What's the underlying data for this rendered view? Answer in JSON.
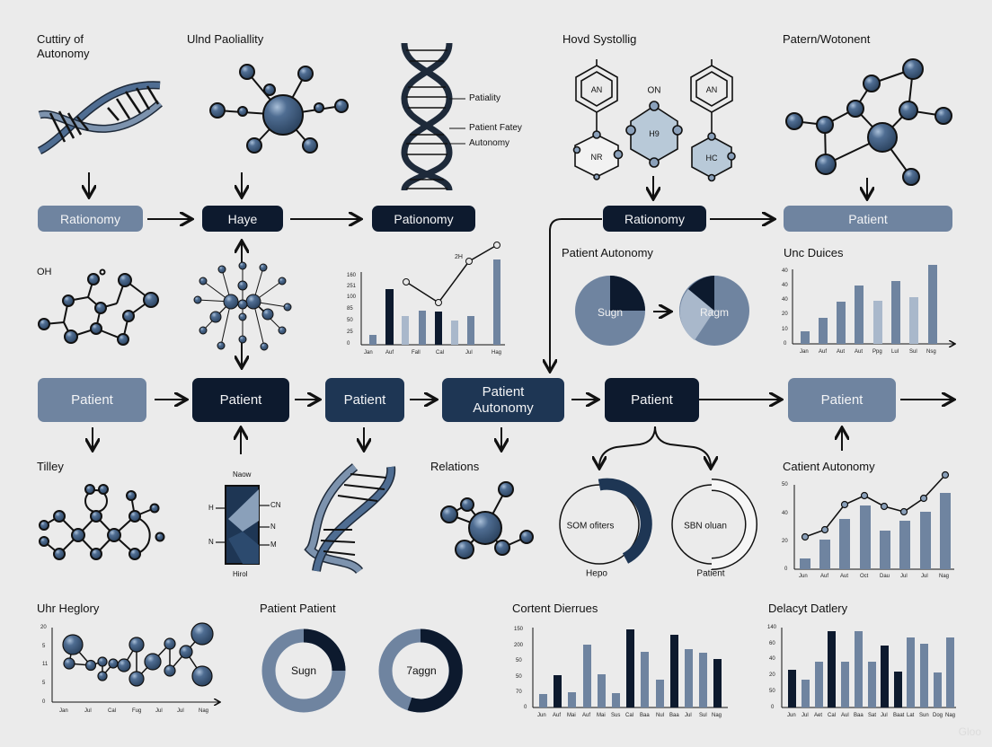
{
  "titles": {
    "t1": "Cuttiry of\nAutonomy",
    "t2": "Ulnd Paoliallity",
    "t3": "Hovd Systollig",
    "t4": "Patern/Wotonent",
    "t5": "OH",
    "t6": "Patient Autonomy",
    "t7": "Unc Duices",
    "t8": "Tilley",
    "t9": "Relations",
    "t10": "Catient Autonomy",
    "t11": "Uhr Heglory",
    "t12": "Patient Patient",
    "t13": "Cortent Dierrues",
    "t14": "Delacyt Datlery"
  },
  "top_nodes": [
    {
      "label": "Rationomy",
      "style": "light"
    },
    {
      "label": "Haye",
      "style": "dark"
    },
    {
      "label": "Pationomy",
      "style": "dark"
    },
    {
      "label": "Rationomy",
      "style": "dark"
    },
    {
      "label": "Patient",
      "style": "light"
    }
  ],
  "middle_nodes": [
    {
      "label": "Patient",
      "style": "light"
    },
    {
      "label": "Patient",
      "style": "dark"
    },
    {
      "label": "Patient",
      "style": "mid"
    },
    {
      "label": "Patient\nAutonomy",
      "style": "mid"
    },
    {
      "label": "Patient",
      "style": "dark"
    },
    {
      "label": "Patient",
      "style": "light"
    }
  ],
  "dna_labels": {
    "a": "Patiality",
    "b": "Patient Fatey",
    "c": "Autonomy"
  },
  "molecule_labels": {
    "an1": "AN",
    "nr": "NR",
    "on": "ON",
    "h9": "H9",
    "an2": "AN",
    "hc": "HC",
    "oh": "OH"
  },
  "chip": {
    "top": "Naow",
    "bottom": "Hirol",
    "h": "H",
    "n_left": "N",
    "cn": "CN",
    "n_right": "N",
    "m": "M"
  },
  "pies": {
    "left": "Sugn",
    "right": "Ragm"
  },
  "rings": {
    "left_center": "SOM ofiters",
    "left_caption": "Hepo",
    "right_center": "SBN oluan",
    "right_caption": "Patient"
  },
  "donuts": {
    "left": "Sugn",
    "right": "7aggn"
  },
  "watermark": "Gloo",
  "chart_data": [
    {
      "id": "mini-combo",
      "type": "bar",
      "title": "",
      "categories": [
        "Jan",
        "Auf",
        "",
        "Fall",
        "Cal",
        "",
        "Jul",
        "Hag"
      ],
      "values": [
        15,
        175,
        95,
        105,
        100,
        75,
        90,
        245
      ],
      "bar_colors": [
        "#6f84a0",
        "#0d1a2e",
        "#a9b8cb",
        "#6f84a0",
        "#0d1a2e",
        "#a9b8cb",
        "#6f84a0",
        "#6f84a0"
      ],
      "line": {
        "label": "2H",
        "points": [
          [
            2,
            1.0
          ],
          [
            4,
            0.82
          ],
          [
            6,
            1.55
          ],
          [
            7,
            1.7
          ]
        ]
      },
      "yticks": [
        "0",
        "25",
        "50",
        "85",
        "100",
        "251",
        "160"
      ],
      "ylim": [
        0,
        260
      ]
    },
    {
      "id": "unc-duices",
      "type": "bar",
      "title": "Unc Duices",
      "categories": [
        "Jan",
        "Auf",
        "Aut",
        "Aut",
        "Ppg",
        "Lul",
        "Sul",
        "Nsg"
      ],
      "values": [
        8,
        18,
        38,
        50,
        39,
        52,
        42,
        69
      ],
      "bar_colors": [
        "#6f84a0",
        "#6f84a0",
        "#6f84a0",
        "#6f84a0",
        "#a9b8cb",
        "#6f84a0",
        "#a9b8cb",
        "#6f84a0"
      ],
      "yticks": [
        "0",
        "10",
        "20",
        "40",
        "40",
        "40"
      ],
      "ylim": [
        0,
        70
      ]
    },
    {
      "id": "catient-autonomy",
      "type": "bar",
      "title": "Catient Autonomy",
      "categories": [
        "Jun",
        "Auf",
        "Aut",
        "Oct",
        "Dau",
        "Jul",
        "Jul",
        "Nag"
      ],
      "values": [
        7,
        21,
        35,
        45,
        27,
        34,
        40,
        54
      ],
      "line_values": [
        22,
        27,
        46,
        51,
        44,
        41,
        51,
        66
      ],
      "yticks": [
        "0",
        "20",
        "40",
        "50"
      ],
      "ylim": [
        0,
        60
      ]
    },
    {
      "id": "uhr-heglory",
      "type": "scatter",
      "title": "Uhr Heglory",
      "categories": [
        "Jan",
        "Jul",
        "Cal",
        "Fug",
        "Jul",
        "Jul",
        "Nag"
      ],
      "yticks": [
        "0",
        "5",
        "11",
        "5",
        "20"
      ],
      "points": [
        [
          0.2,
          11
        ],
        [
          0.2,
          15
        ],
        [
          1.0,
          10
        ],
        [
          1.5,
          11
        ],
        [
          1.5,
          7
        ],
        [
          2.0,
          11
        ],
        [
          2.4,
          10.5
        ],
        [
          3.2,
          15
        ],
        [
          3.2,
          6
        ],
        [
          3.9,
          11
        ],
        [
          4.6,
          15
        ],
        [
          4.6,
          8
        ],
        [
          5.3,
          13
        ],
        [
          5.9,
          17
        ],
        [
          5.9,
          7
        ]
      ]
    },
    {
      "id": "patient-patient",
      "type": "pie",
      "title": "Patient Patient",
      "series": [
        {
          "name": "Sugn",
          "values": [
            25,
            75
          ]
        },
        {
          "name": "7aggn",
          "values": [
            55,
            45
          ]
        }
      ]
    },
    {
      "id": "cortent-dierrues",
      "type": "bar",
      "title": "Cortent Dierrues",
      "categories": [
        "Jun",
        "Auf",
        "Mai",
        "Auf",
        "Mai",
        "Sus",
        "Cal",
        "Baa",
        "Nul",
        "Baa",
        "Jul",
        "Sul",
        "Nag"
      ],
      "values": [
        16,
        39,
        18,
        96,
        62,
        17,
        133,
        96,
        48,
        116,
        103,
        94,
        80
      ],
      "bar_colors": [
        "#6f84a0",
        "#0d1a2e",
        "#6f84a0",
        "#6f84a0",
        "#6f84a0",
        "#6f84a0",
        "#0d1a2e",
        "#6f84a0",
        "#6f84a0",
        "#0d1a2e",
        "#6f84a0",
        "#6f84a0",
        "#0d1a2e"
      ],
      "yticks": [
        "0",
        "70",
        "50",
        "50",
        "200",
        "150"
      ],
      "ylim": [
        0,
        140
      ]
    },
    {
      "id": "delacyt-datlery",
      "type": "bar",
      "title": "Delacyt Datlery",
      "categories": [
        "Jun",
        "Jul",
        "Aet",
        "Cal",
        "Aul",
        "Baa",
        "Sat",
        "Jul",
        "Baat",
        "Lat",
        "Sun",
        "Dog",
        "Nag"
      ],
      "values": [
        45,
        23,
        57,
        94,
        55,
        94,
        55,
        75,
        43,
        86,
        80,
        40,
        86
      ],
      "bar_colors": [
        "#0d1a2e",
        "#6f84a0",
        "#6f84a0",
        "#0d1a2e",
        "#6f84a0",
        "#6f84a0",
        "#6f84a0",
        "#0d1a2e",
        "#0d1a2e",
        "#6f84a0",
        "#6f84a0",
        "#6f84a0",
        "#6f84a0"
      ],
      "yticks": [
        "0",
        "50",
        "20",
        "40",
        "60",
        "140"
      ],
      "ylim": [
        0,
        100
      ]
    }
  ]
}
